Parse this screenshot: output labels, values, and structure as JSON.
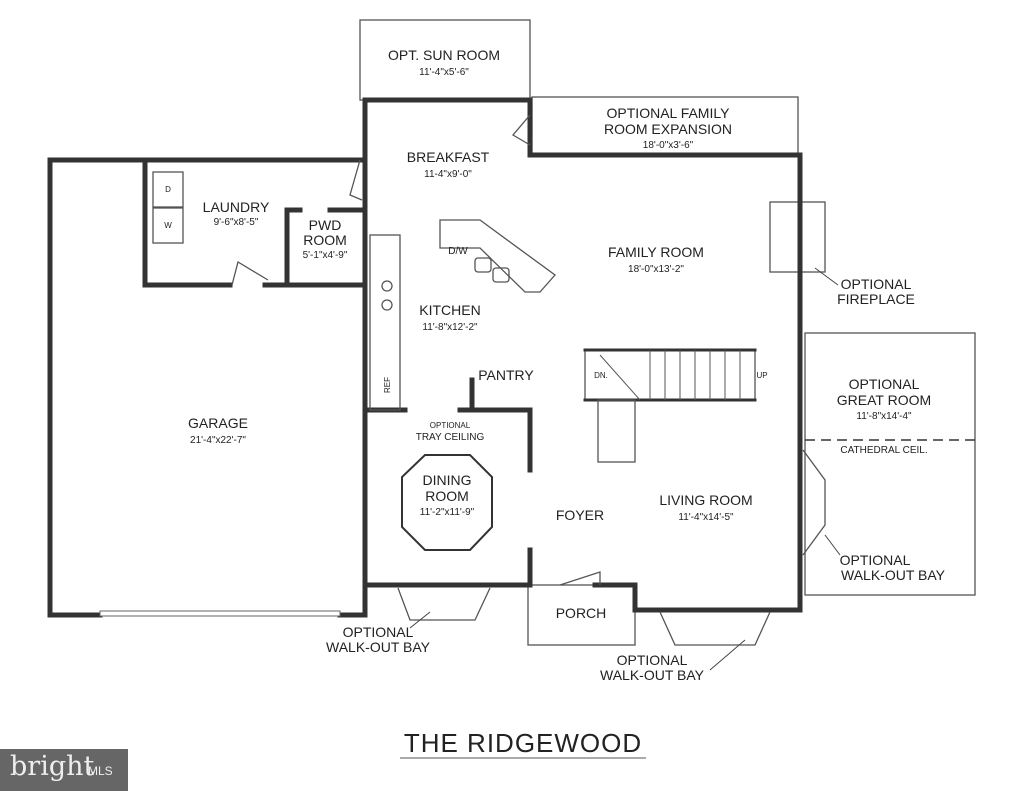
{
  "plan_title": "THE RIDGEWOOD",
  "rooms": {
    "sun_room": {
      "name": "OPT. SUN ROOM",
      "size": "11'-4\"x5'-6\""
    },
    "family_expansion": {
      "name1": "OPTIONAL FAMILY",
      "name2": "ROOM EXPANSION",
      "size": "18'-0\"x3'-6\""
    },
    "breakfast": {
      "name": "BREAKFAST",
      "size": "11-4\"x9'-0\""
    },
    "laundry": {
      "name": "LAUNDRY",
      "size": "9'-6\"x8'-5\""
    },
    "pwd": {
      "name1": "PWD",
      "name2": "ROOM",
      "size": "5'-1\"x4'-9\""
    },
    "family": {
      "name": "FAMILY ROOM",
      "size": "18'-0\"x13'-2\""
    },
    "kitchen": {
      "name": "KITCHEN",
      "size": "11'-8\"x12'-2\""
    },
    "pantry": {
      "name": "PANTRY"
    },
    "garage": {
      "name": "GARAGE",
      "size": "21'-4\"x22'-7\""
    },
    "great_room": {
      "name1": "OPTIONAL",
      "name2": "GREAT ROOM",
      "size": "11'-8\"x14'-4\"",
      "note": "CATHEDRAL CEIL."
    },
    "dining": {
      "note1": "OPTIONAL",
      "note2": "TRAY CEILING",
      "name1": "DINING",
      "name2": "ROOM",
      "size": "11'-2\"x11'-9\""
    },
    "foyer": {
      "name": "FOYER"
    },
    "living": {
      "name": "LIVING ROOM",
      "size": "11'-4\"x14'-5\""
    },
    "porch": {
      "name": "PORCH"
    }
  },
  "annotations": {
    "fireplace1": "OPTIONAL",
    "fireplace2": "FIREPLACE",
    "bay_right1": "OPTIONAL",
    "bay_right2": "WALK-OUT BAY",
    "bay_left1": "OPTIONAL",
    "bay_left2": "WALK-OUT BAY",
    "bay_front1": "OPTIONAL",
    "bay_front2": "WALK-OUT BAY"
  },
  "fixtures": {
    "dryer": "D",
    "washer": "W",
    "dishwasher": "D/W",
    "ref": "REF",
    "down": "DN.",
    "up": "UP"
  },
  "logo": {
    "brand": "bright",
    "suffix": "MLS"
  }
}
